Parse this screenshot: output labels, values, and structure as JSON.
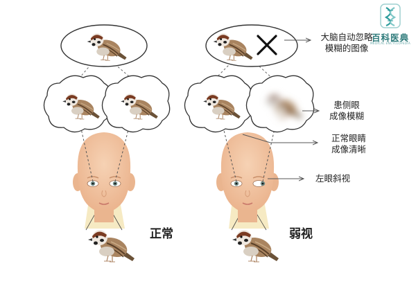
{
  "logo": {
    "name": "百科医典",
    "subtitle": "MEDICAL ENCYCLOPEDIA",
    "color": "#2d9c9c"
  },
  "labels": {
    "normal": "正常",
    "amblyopia": "弱视",
    "brain_ignore": [
      "大脑自动忽略",
      "模糊的图像"
    ],
    "affected_eye": [
      "患侧眼",
      "成像模糊"
    ],
    "normal_eye": [
      "正常眼睛",
      "成像清晰"
    ],
    "left_eye_squint": "左眼斜视"
  },
  "colors": {
    "skin": "#f3c9a8",
    "skin_shadow": "#e9b48f",
    "beam": "#f5e6b8",
    "bird_body": "#9a7a55",
    "bird_cap": "#7a3b22",
    "cross": "#111111",
    "line": "#555555"
  },
  "icons": [
    "dna-logo-icon",
    "arrow-icon",
    "cross-icon"
  ]
}
